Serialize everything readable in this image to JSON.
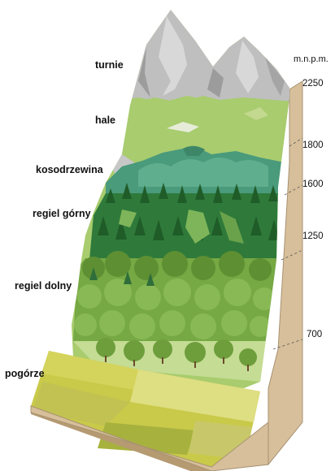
{
  "diagram": {
    "unit": "m.n.p.m.",
    "zones": [
      {
        "id": "turnie",
        "label": "turnie"
      },
      {
        "id": "hale",
        "label": "hale"
      },
      {
        "id": "kosodrzewina",
        "label": "kosodrzewina"
      },
      {
        "id": "regiel-gorny",
        "label": "regiel górny"
      },
      {
        "id": "regiel-dolny",
        "label": "regiel dolny"
      },
      {
        "id": "pogorze",
        "label": "pogórze"
      }
    ],
    "altitudes": [
      "2250",
      "1800",
      "1600",
      "1250",
      "700"
    ],
    "colors": {
      "rock": "#b8b8b8",
      "meadow": "#a8cc6e",
      "dwarf_pine": "#4a9a7c",
      "conifer": "#2f7a3a",
      "deciduous": "#76a844",
      "foothill_field": "#c9c94a",
      "soil": "#d6bf9a"
    }
  }
}
